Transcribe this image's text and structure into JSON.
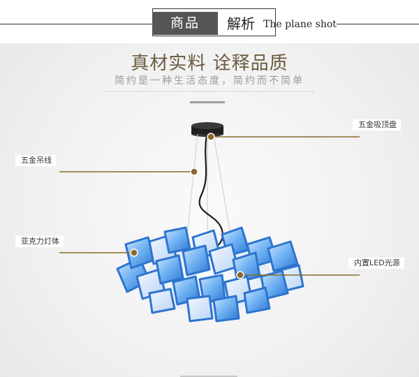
{
  "header": {
    "tab_active": "商品",
    "tab_title": "解析",
    "tab_subtitle": "The plane shot"
  },
  "headline": "真材实料 诠释品质",
  "subline": "简约是一种生活态度，简约而不简单",
  "callouts": {
    "ceiling_plate": "五金吸顶盘",
    "hanging_wire": "五金吊线",
    "acrylic_body": "亚克力灯体",
    "led_source": "内置LED光源"
  },
  "colors": {
    "accent_brown": "#8a6a2e",
    "lamp_blue": "#3f8fe0",
    "header_dark": "#555555"
  },
  "icons": {
    "callout_dot": "brown-circle-dot-icon"
  }
}
